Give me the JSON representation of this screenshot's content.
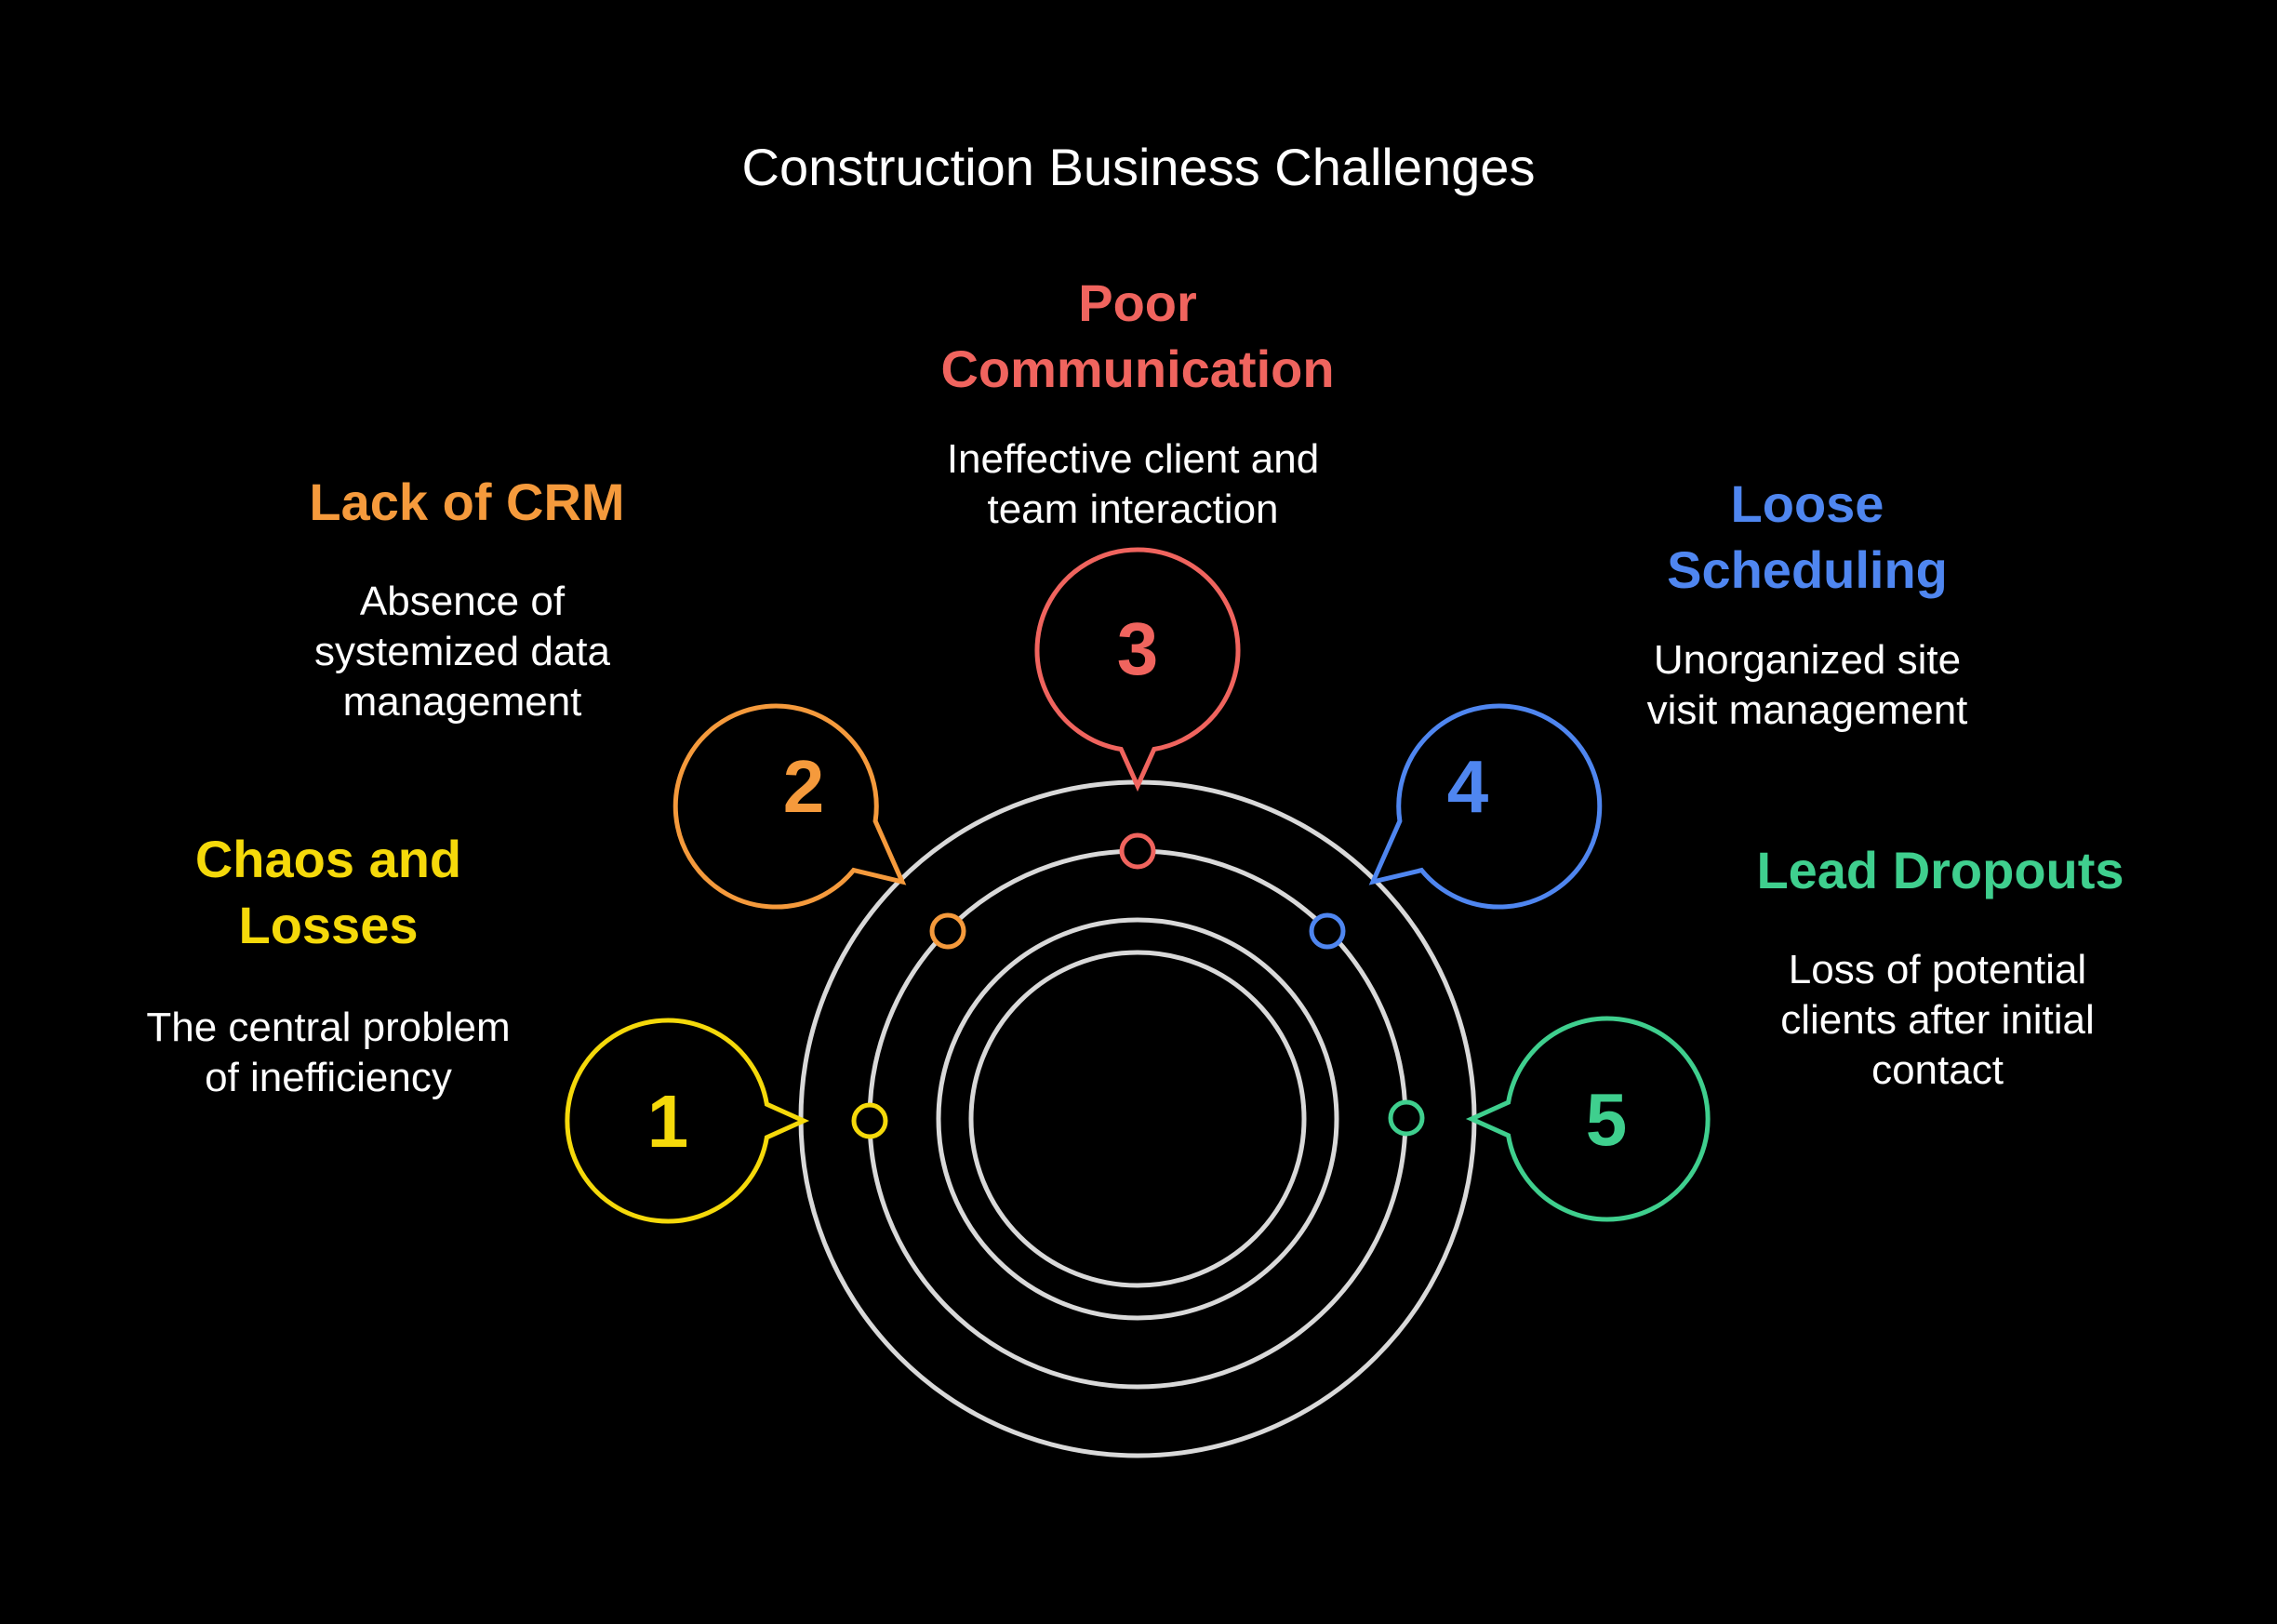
{
  "title": "Construction Business Challenges",
  "colors": {
    "background": "#000000",
    "rings": "#d9d9d9",
    "item1": "#f5d90a",
    "item2": "#f59a3c",
    "item3": "#f0645e",
    "item4": "#4f86f0",
    "item5": "#3fcf8e"
  },
  "items": [
    {
      "number": "1",
      "title": "Chaos and Losses",
      "description": "The central problem of inefficiency"
    },
    {
      "number": "2",
      "title": "Lack of CRM",
      "description": "Absence of systemized data management"
    },
    {
      "number": "3",
      "title": "Poor Communication",
      "description": "Ineffective client and team interaction"
    },
    {
      "number": "4",
      "title": "Loose Scheduling",
      "description": "Unorganized site visit management"
    },
    {
      "number": "5",
      "title": "Lead Dropouts",
      "description": "Loss of potential clients after initial contact"
    }
  ]
}
